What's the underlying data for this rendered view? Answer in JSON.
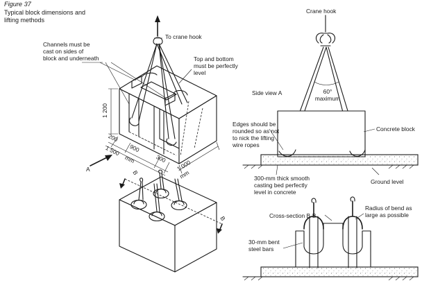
{
  "figure": {
    "number": "Figure 37",
    "caption_line1": "Typical block dimensions and",
    "caption_line2": "lifting methods"
  },
  "left_diagram": {
    "channels_line1": "Channels must be",
    "channels_line2": "cast on sides of",
    "channels_line3": "block and underneath",
    "to_crane_hook": "To crane hook",
    "level_line1": "Top and bottom",
    "level_line2": "must be perfectly",
    "level_line3": "level",
    "dim_height": "1 200",
    "dim_200": "200",
    "dim_900": "900",
    "dim_300": "300",
    "dim_1500": "1 500",
    "dim_1500_unit": "mm",
    "dim_1000": "1 000",
    "dim_1000_unit": "mm",
    "view_a": "A",
    "section_b_top": "B",
    "section_b_right": "B"
  },
  "right_diagram": {
    "crane_hook": "Crane hook",
    "side_view": "Side view A",
    "angle_line1": "60°",
    "angle_line2": "maximum",
    "edges_line1": "Edges should be",
    "edges_line2": "rounded so as not",
    "edges_line3": "to nick the lifting",
    "edges_line4": "wire ropes",
    "concrete_block": "Concrete block",
    "bed_line1": "300-mm thick smooth",
    "bed_line2": "casting bed perfectly",
    "bed_line3": "level in concrete",
    "ground_level": "Ground level",
    "cross_section": "Cross-section B-B",
    "radius_line1": "Radius of bend as",
    "radius_line2": "large as possible",
    "bars_line1": "30-mm bent",
    "bars_line2": "steel bars"
  }
}
